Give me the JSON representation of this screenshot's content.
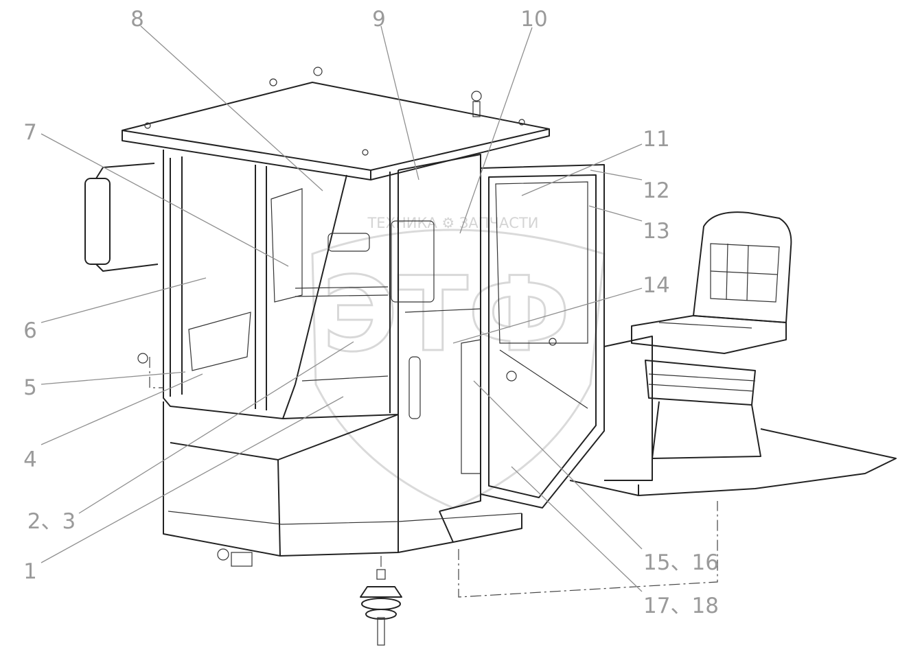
{
  "callouts": [
    "1",
    "2、3",
    "4",
    "5",
    "6",
    "7",
    "8",
    "9",
    "10",
    "11",
    "12",
    "13",
    "14",
    "15、16",
    "17、18"
  ],
  "watermark": {
    "top_line": "ТЕХНИКА ⚙ ЗАПЧАСТИ",
    "logo_letters": "ЭТФ"
  }
}
